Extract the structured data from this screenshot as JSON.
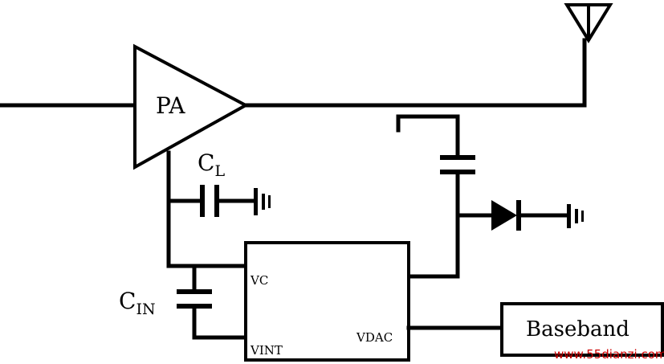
{
  "labels": {
    "pa": "PA",
    "cl_main": "C",
    "cl_sub": "L",
    "cin_main": "C",
    "cin_sub": "IN",
    "pin_vc": "VC",
    "pin_vint": "VINT",
    "pin_vdac": "VDAC",
    "baseband": "Baseband",
    "watermark": "www.55dianzi.com"
  },
  "colors": {
    "line": "#000000",
    "watermark": "#cc0000"
  }
}
